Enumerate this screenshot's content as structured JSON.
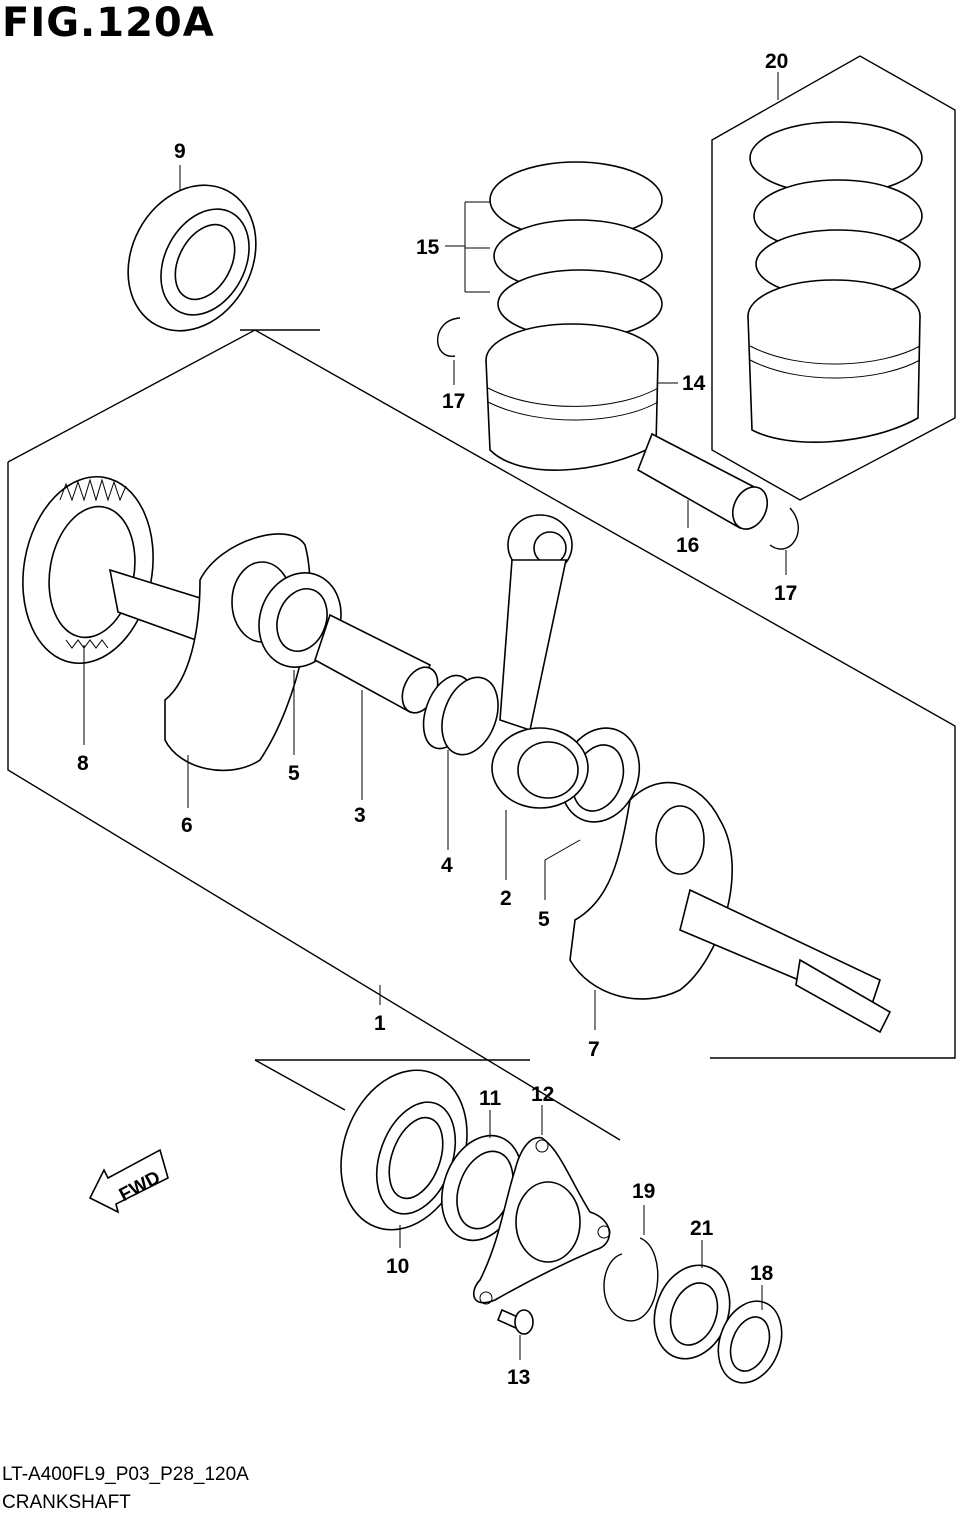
{
  "figure": {
    "title": "FIG.120A",
    "code": "LT-A400FL9_P03_P28_120A",
    "name": "CRANKSHAFT"
  },
  "fwd_label": "FWD",
  "callouts": [
    {
      "ref": "1"
    },
    {
      "ref": "2"
    },
    {
      "ref": "3"
    },
    {
      "ref": "4"
    },
    {
      "ref": "5"
    },
    {
      "ref": "5"
    },
    {
      "ref": "6"
    },
    {
      "ref": "7"
    },
    {
      "ref": "8"
    },
    {
      "ref": "9"
    },
    {
      "ref": "10"
    },
    {
      "ref": "11"
    },
    {
      "ref": "12"
    },
    {
      "ref": "13"
    },
    {
      "ref": "14"
    },
    {
      "ref": "15"
    },
    {
      "ref": "16"
    },
    {
      "ref": "17"
    },
    {
      "ref": "17"
    },
    {
      "ref": "18"
    },
    {
      "ref": "19"
    },
    {
      "ref": "20"
    },
    {
      "ref": "21"
    }
  ]
}
